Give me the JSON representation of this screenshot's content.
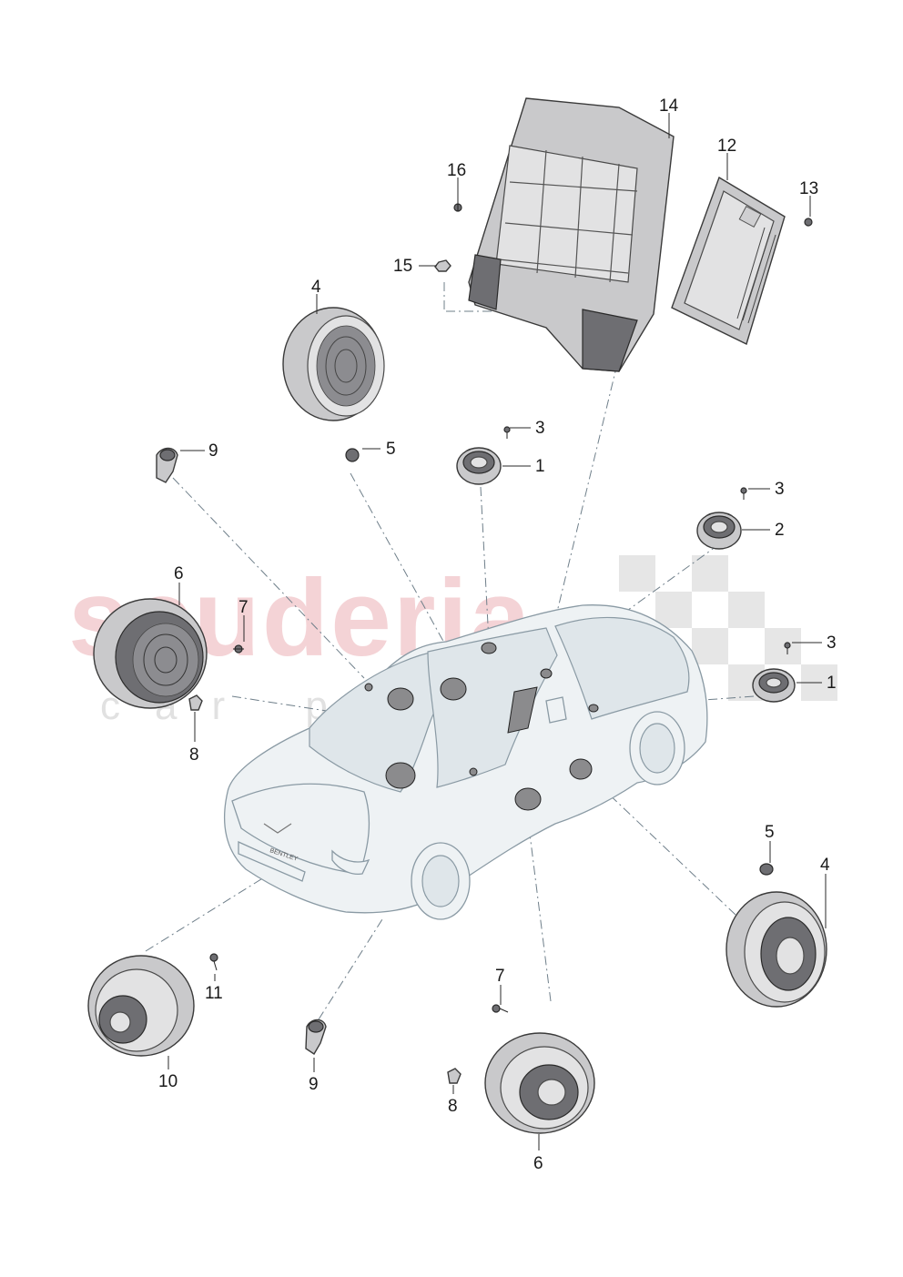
{
  "watermark": {
    "main": "scuderia",
    "sub": "car parts"
  },
  "callouts": {
    "c1a": "1",
    "c1b": "1",
    "c2": "2",
    "c3a": "3",
    "c3b": "3",
    "c3c": "3",
    "c4a": "4",
    "c4b": "4",
    "c5a": "5",
    "c5b": "5",
    "c6a": "6",
    "c6b": "6",
    "c7a": "7",
    "c7b": "7",
    "c8a": "8",
    "c8b": "8",
    "c9a": "9",
    "c9b": "9",
    "c10": "10",
    "c11": "11",
    "c12": "12",
    "c13": "13",
    "c14": "14",
    "c15": "15",
    "c16": "16"
  },
  "car_badge": "BENTLEY"
}
